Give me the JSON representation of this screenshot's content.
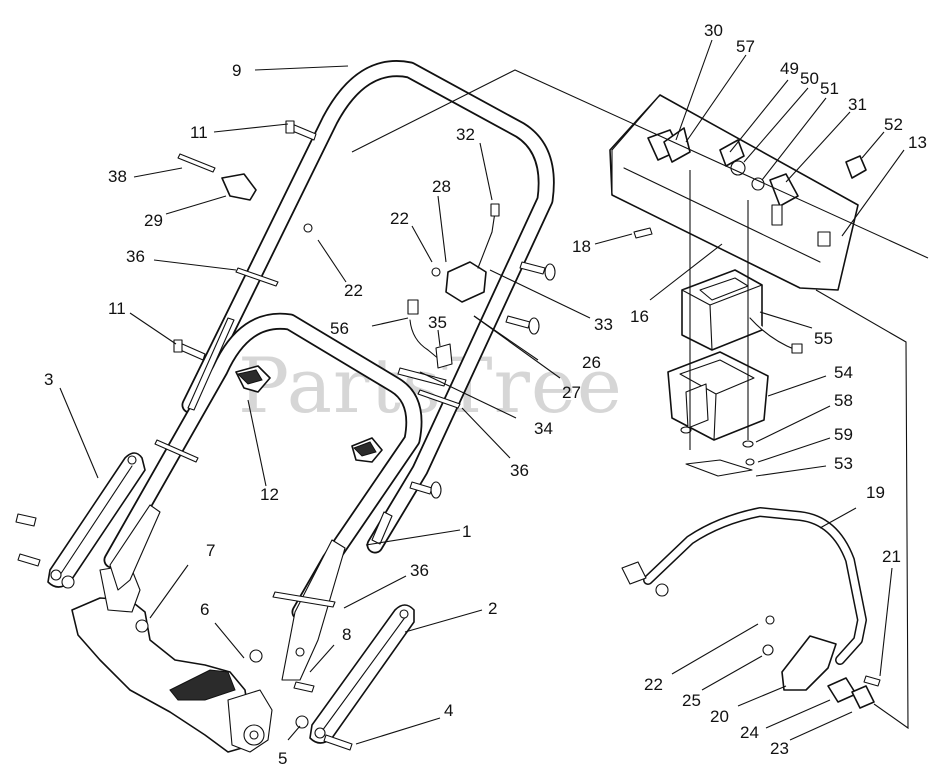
{
  "watermark": "PartsTree",
  "callouts": [
    {
      "id": "c1",
      "text": "1"
    },
    {
      "id": "c2",
      "text": "2"
    },
    {
      "id": "c3",
      "text": "3"
    },
    {
      "id": "c4",
      "text": "4"
    },
    {
      "id": "c5",
      "text": "5"
    },
    {
      "id": "c6",
      "text": "6"
    },
    {
      "id": "c7",
      "text": "7"
    },
    {
      "id": "c8",
      "text": "8"
    },
    {
      "id": "c9",
      "text": "9"
    },
    {
      "id": "c11a",
      "text": "11"
    },
    {
      "id": "c11b",
      "text": "11"
    },
    {
      "id": "c12",
      "text": "12"
    },
    {
      "id": "c13",
      "text": "13"
    },
    {
      "id": "c16",
      "text": "16"
    },
    {
      "id": "c18",
      "text": "18"
    },
    {
      "id": "c19",
      "text": "19"
    },
    {
      "id": "c20",
      "text": "20"
    },
    {
      "id": "c21",
      "text": "21"
    },
    {
      "id": "c22a",
      "text": "22"
    },
    {
      "id": "c22b",
      "text": "22"
    },
    {
      "id": "c22c",
      "text": "22"
    },
    {
      "id": "c23",
      "text": "23"
    },
    {
      "id": "c24",
      "text": "24"
    },
    {
      "id": "c25",
      "text": "25"
    },
    {
      "id": "c26",
      "text": "26"
    },
    {
      "id": "c27",
      "text": "27"
    },
    {
      "id": "c28",
      "text": "28"
    },
    {
      "id": "c29",
      "text": "29"
    },
    {
      "id": "c30",
      "text": "30"
    },
    {
      "id": "c31",
      "text": "31"
    },
    {
      "id": "c32",
      "text": "32"
    },
    {
      "id": "c33",
      "text": "33"
    },
    {
      "id": "c34",
      "text": "34"
    },
    {
      "id": "c35",
      "text": "35"
    },
    {
      "id": "c36a",
      "text": "36"
    },
    {
      "id": "c36b",
      "text": "36"
    },
    {
      "id": "c36c",
      "text": "36"
    },
    {
      "id": "c38",
      "text": "38"
    },
    {
      "id": "c49",
      "text": "49"
    },
    {
      "id": "c50",
      "text": "50"
    },
    {
      "id": "c51",
      "text": "51"
    },
    {
      "id": "c52",
      "text": "52"
    },
    {
      "id": "c53",
      "text": "53"
    },
    {
      "id": "c54",
      "text": "54"
    },
    {
      "id": "c55",
      "text": "55"
    },
    {
      "id": "c56",
      "text": "56"
    },
    {
      "id": "c57",
      "text": "57"
    },
    {
      "id": "c58",
      "text": "58"
    },
    {
      "id": "c59",
      "text": "59"
    }
  ]
}
